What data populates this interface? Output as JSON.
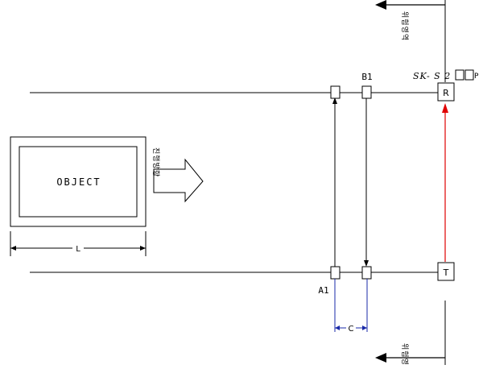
{
  "diagram": {
    "object_label": "OBJECT",
    "direction_label": "진행방향",
    "length_label": "L",
    "spacing_label": "C",
    "sensor_a_label": "A1",
    "sensor_b_label": "B1",
    "model_label": "SK- S 2",
    "model_suffix": "P",
    "receiver_label": "R",
    "transmitter_label": "T",
    "top_output_label": "위험영역",
    "bottom_output_label": "위험영역",
    "colors": {
      "line": "#000000",
      "beam_red": "#e00000",
      "dimension_blue": "#1a2aa8"
    }
  }
}
